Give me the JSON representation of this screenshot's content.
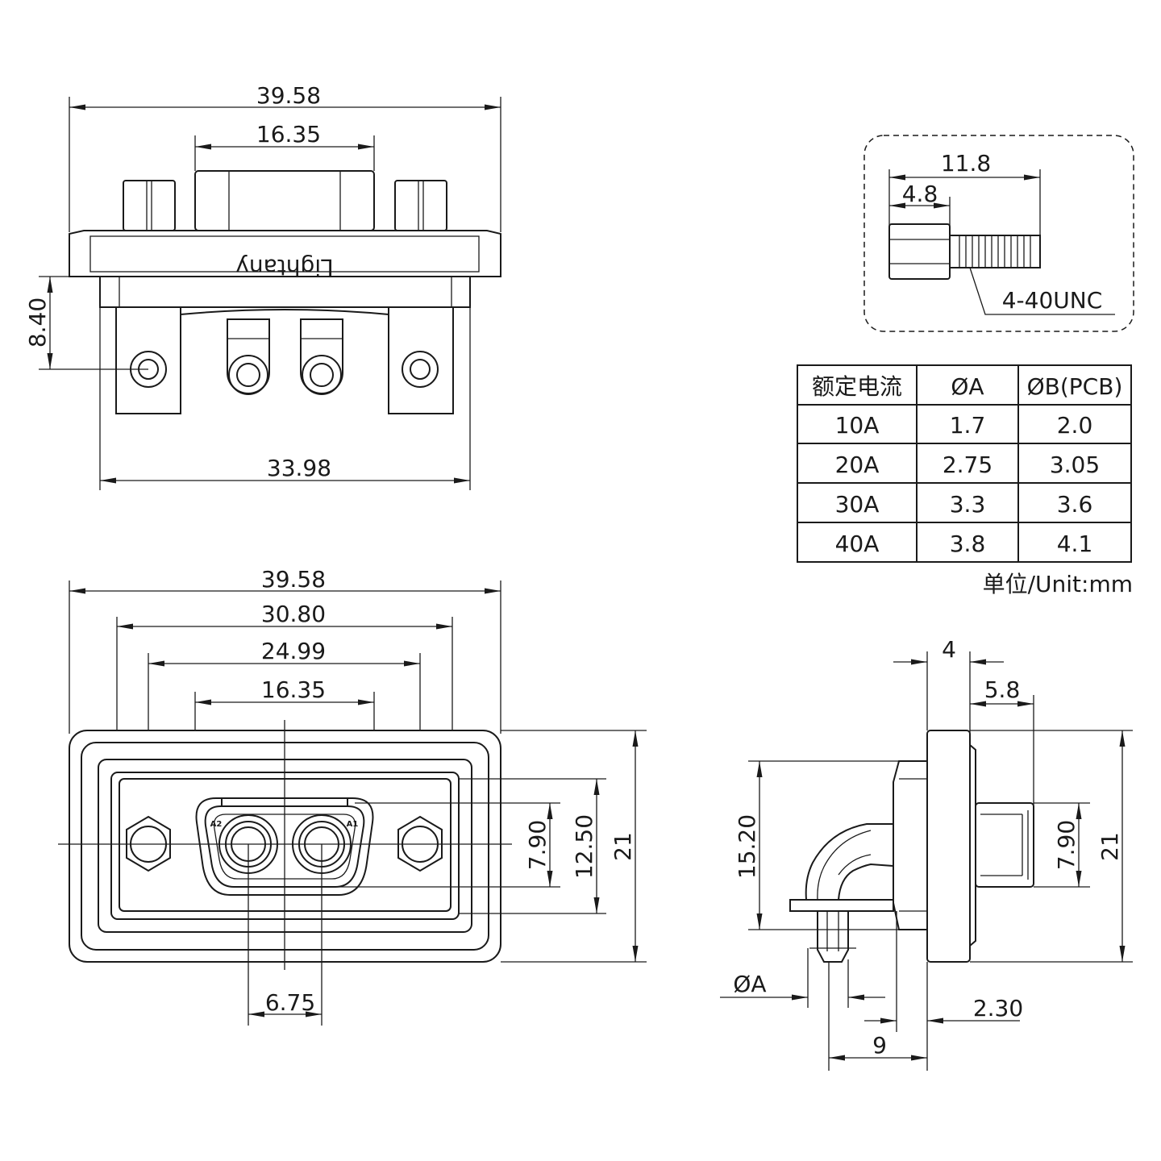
{
  "top_view": {
    "overall_width": "39.58",
    "shell_width": "16.35",
    "height_offset": "8.40",
    "bracket_width": "33.98",
    "brand_text": "Lightany"
  },
  "front_view": {
    "overall_width": "39.58",
    "hole_pitch": "30.80",
    "inner_width": "24.99",
    "shell_width": "16.35",
    "contact_pitch": "6.75",
    "shell_height": "7.90",
    "inner_height": "12.50",
    "overall_height": "21",
    "contact_label_left": "A2",
    "contact_label_right": "A1"
  },
  "screw_detail": {
    "total_length": "11.8",
    "head_length": "4.8",
    "thread_label": "4-40UNC"
  },
  "side_view": {
    "dim_4": "4",
    "dim_5_8": "5.8",
    "dim_15_20": "15.20",
    "dim_7_90": "7.90",
    "dim_21": "21",
    "dia_label": "ØA",
    "dim_2_30": "2.30",
    "dim_9": "9"
  },
  "spec_table": {
    "headers": [
      "额定电流",
      "ØA",
      "ØB(PCB)"
    ],
    "rows": [
      [
        "10A",
        "1.7",
        "2.0"
      ],
      [
        "20A",
        "2.75",
        "3.05"
      ],
      [
        "30A",
        "3.3",
        "3.6"
      ],
      [
        "40A",
        "3.8",
        "4.1"
      ]
    ],
    "unit_note": "单位/Unit:mm"
  }
}
